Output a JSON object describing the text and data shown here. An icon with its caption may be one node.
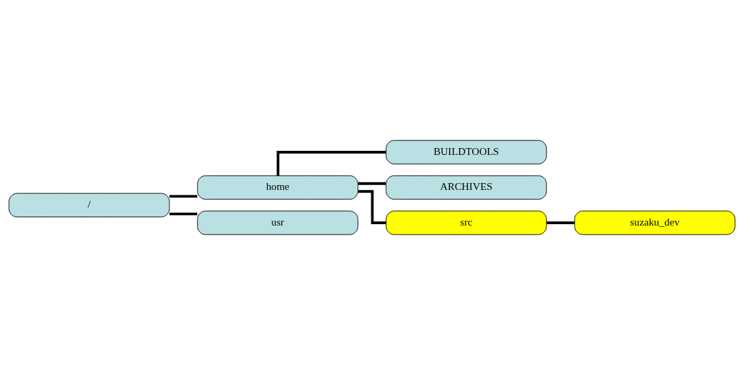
{
  "diagram": {
    "nodes": [
      {
        "text": [
          "/"
        ]
      },
      {
        "text": [
          "home"
        ]
      },
      {
        "text": [
          "BUILDTOOLS"
        ]
      },
      {
        "text": [
          "ARCHIVES"
        ]
      },
      {
        "text": [
          "src"
        ]
      },
      {
        "text": [
          "suzaku_dev"
        ]
      },
      {
        "text": [
          "usr"
        ]
      }
    ],
    "edges": [
      {
        "from": 0,
        "to": 1,
        "arrow": "none"
      },
      {
        "from": 1,
        "to": 2,
        "arrow": "none"
      },
      {
        "from": 1,
        "to": 3,
        "arrow": "none"
      },
      {
        "from": 1,
        "to": 4,
        "arrow": "none"
      },
      {
        "from": 4,
        "to": 5,
        "arrow": "none"
      },
      {
        "from": 0,
        "to": 6,
        "arrow": "none"
      }
    ]
  }
}
